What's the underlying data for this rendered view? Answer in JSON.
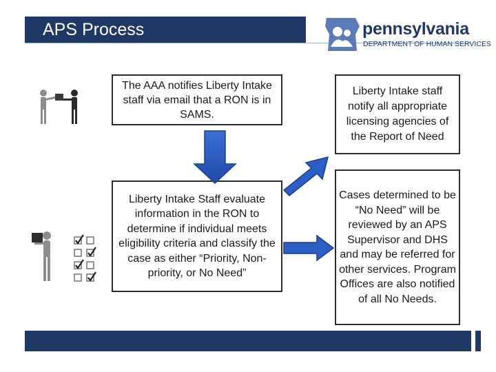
{
  "header": {
    "title": "APS Process",
    "logo_wordmark": "pennsylvania",
    "logo_department": "DEPARTMENT OF HUMAN SERVICES"
  },
  "steps": {
    "notify": "The AAA notifies Liberty Intake staff via email that a RON is in SAMS.",
    "evaluate": "Liberty Intake Staff evaluate information in the RON to determine if individual meets eligibility criteria and classify the case as either “Priority, Non-priority, or No Need”",
    "licensing": "Liberty Intake staff notify all appropriate licensing agencies of the Report of Need",
    "no_need": "Cases determined to be “No Need” will be reviewed by an APS Supervisor and DHS and may be referred for other services. Program Offices are also notified of all No Needs."
  },
  "colors": {
    "navy": "#1f3864",
    "arrow": "#2b5fc3",
    "icon_gray": "#8c8c8c"
  },
  "icons": [
    "handoff-people-icon",
    "checklist-person-icon",
    "keystone-logo-icon"
  ]
}
